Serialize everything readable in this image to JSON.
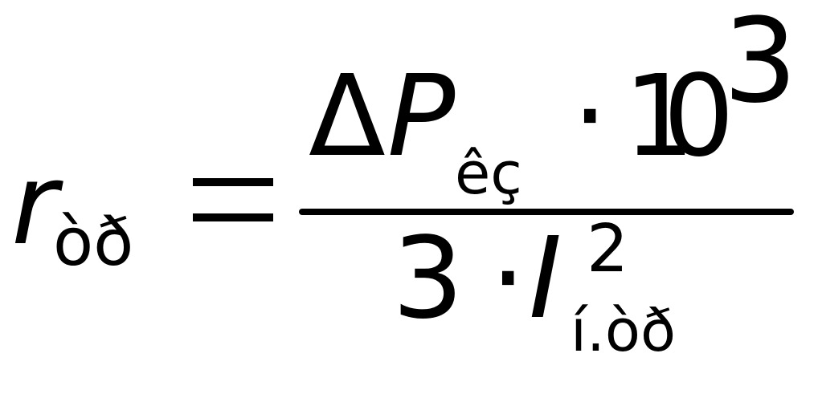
{
  "formula": {
    "lhs": {
      "symbol": "r",
      "subscript": "òð"
    },
    "equals": "=",
    "numerator": {
      "delta": "Δ",
      "symbol": "P",
      "subscript": "êç",
      "dot": "·",
      "base": "10",
      "exponent": "3"
    },
    "denominator": {
      "coefficient": "3",
      "dot": "·",
      "symbol": "I",
      "exponent": "2",
      "subscript": "í.òð"
    }
  }
}
